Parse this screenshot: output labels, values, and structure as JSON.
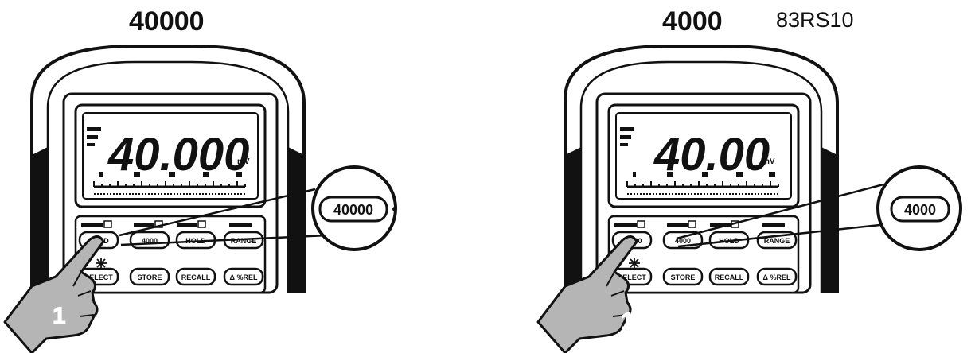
{
  "panels": [
    {
      "id": "left",
      "heading": "40000",
      "model": "",
      "display_value": "40.000",
      "display_unit": "mV",
      "callout_label": "40000",
      "button_row1": [
        "HOLD",
        "4000",
        "HOLD",
        "RANGE"
      ],
      "button_row2": [
        "SELECT",
        "STORE",
        "RECALL",
        "Δ %REL"
      ],
      "step_number": "1"
    },
    {
      "id": "right",
      "heading": "4000",
      "model": "83RS10",
      "display_value": "40.00",
      "display_unit": "mV",
      "callout_label": "4000",
      "button_row1": [
        "40000",
        "4000",
        "HOLD",
        "RANGE"
      ],
      "button_row2": [
        "SELECT",
        "STORE",
        "RECALL",
        "Δ %REL"
      ],
      "step_number": "1"
    }
  ],
  "colors": {
    "ink": "#111111",
    "finger": "#b5b5b5",
    "background": "#ffffff"
  }
}
